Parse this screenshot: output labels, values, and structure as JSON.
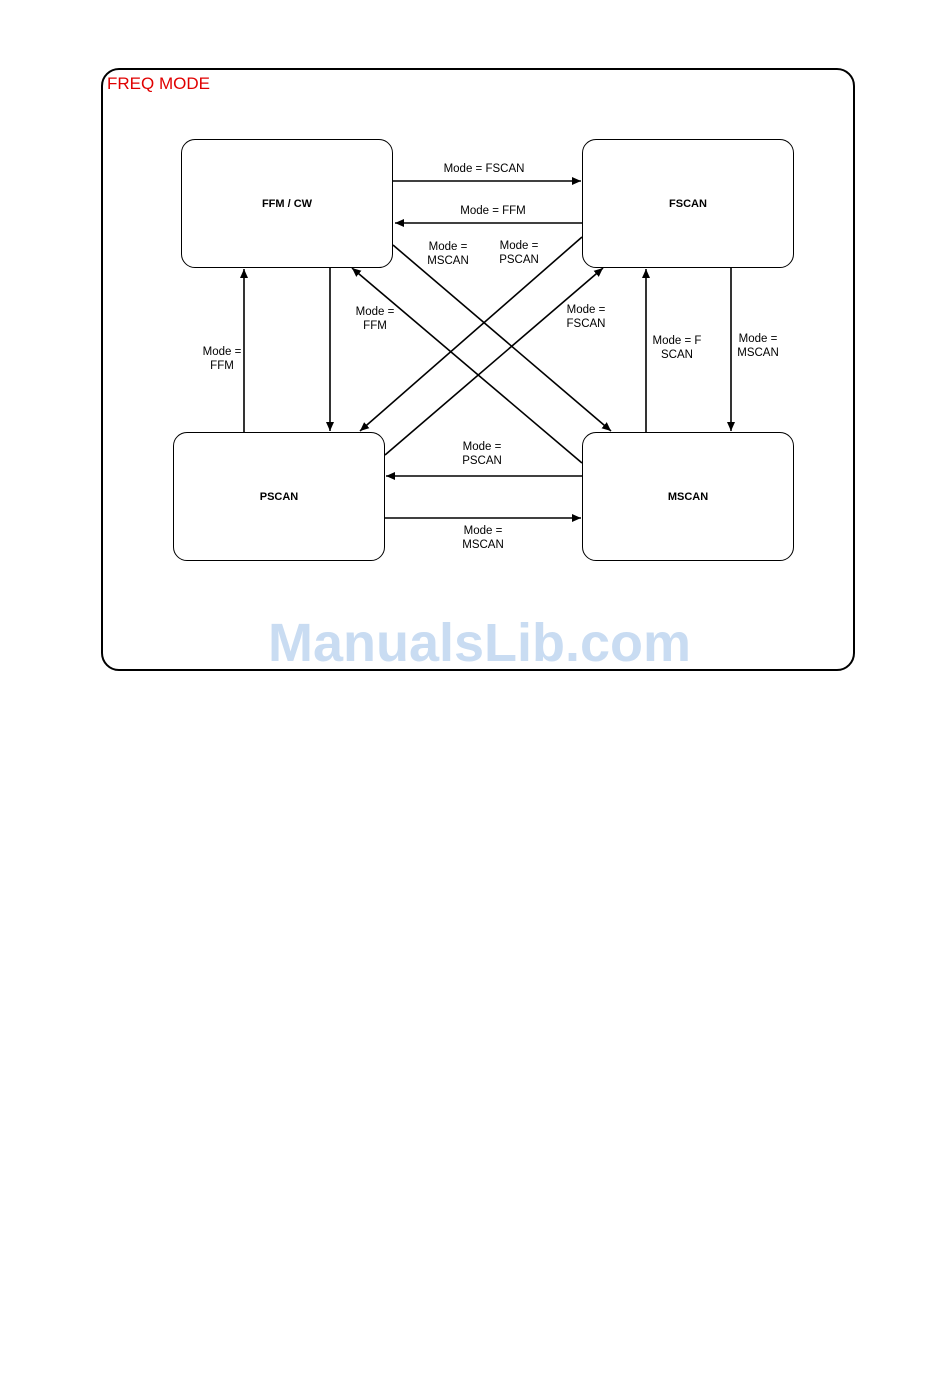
{
  "frame": {
    "title": "FREQ MODE"
  },
  "states": {
    "ffm_cw": "FFM / CW",
    "fscan": "FSCAN",
    "pscan": "PSCAN",
    "mscan": "MSCAN"
  },
  "transitions": {
    "ffm_to_fscan": "Mode = FSCAN",
    "fscan_to_ffm": "Mode = FFM",
    "ffm_to_mscan": "Mode =\nMSCAN",
    "ffm_to_pscan": "Mode =\nPSCAN",
    "pscan_to_ffm_diag": "Mode =\nFFM",
    "pscan_to_fscan": "Mode =\nFSCAN",
    "pscan_to_ffm": "Mode =\nFFM",
    "mscan_to_fscan": "Mode = F\nSCAN",
    "fscan_to_mscan": "Mode =\nMSCAN",
    "mscan_to_pscan": "Mode =\nPSCAN",
    "pscan_to_mscan": "Mode =\nMSCAN"
  },
  "watermark": "ManualsLib.com",
  "colors": {
    "title": "#e00000",
    "watermark": "#c9dcf2"
  }
}
